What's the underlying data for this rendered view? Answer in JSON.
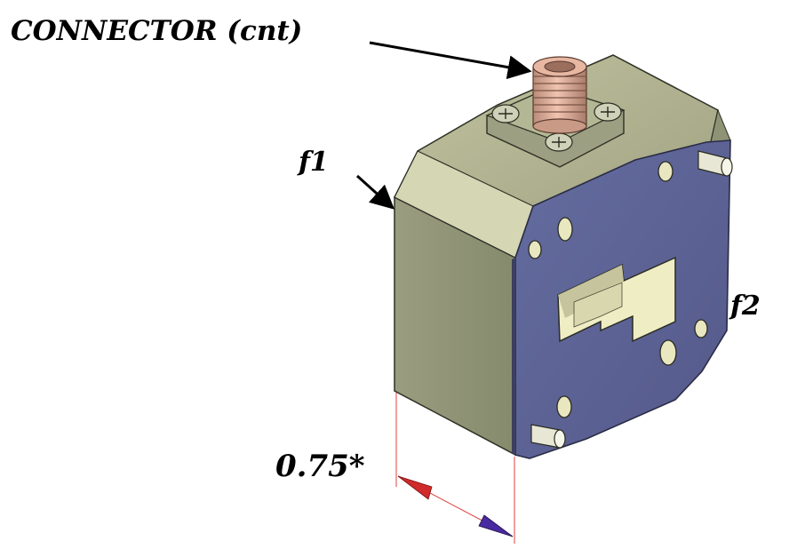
{
  "labels": {
    "connector": "CONNECTOR (cnt)",
    "face1": "f1",
    "face2": "f2",
    "dimension": "0.75*"
  },
  "colors": {
    "body_side": "#8f9376",
    "body_top": "#b6b895",
    "bevel": "#d0d2b0",
    "flange_face": "#5d6598",
    "flange_edge": "#3c3f5e",
    "aperture": "#e7e5bd",
    "connector": "#d8a591",
    "dimension_line": "#e04040",
    "arrow_left": "#d02a2a",
    "arrow_right": "#4a2aa0"
  },
  "icons": {
    "dimension_left_arrow": "arrowhead-left",
    "dimension_right_arrow": "arrowhead-right",
    "screw": "phillips-screw-icon"
  }
}
